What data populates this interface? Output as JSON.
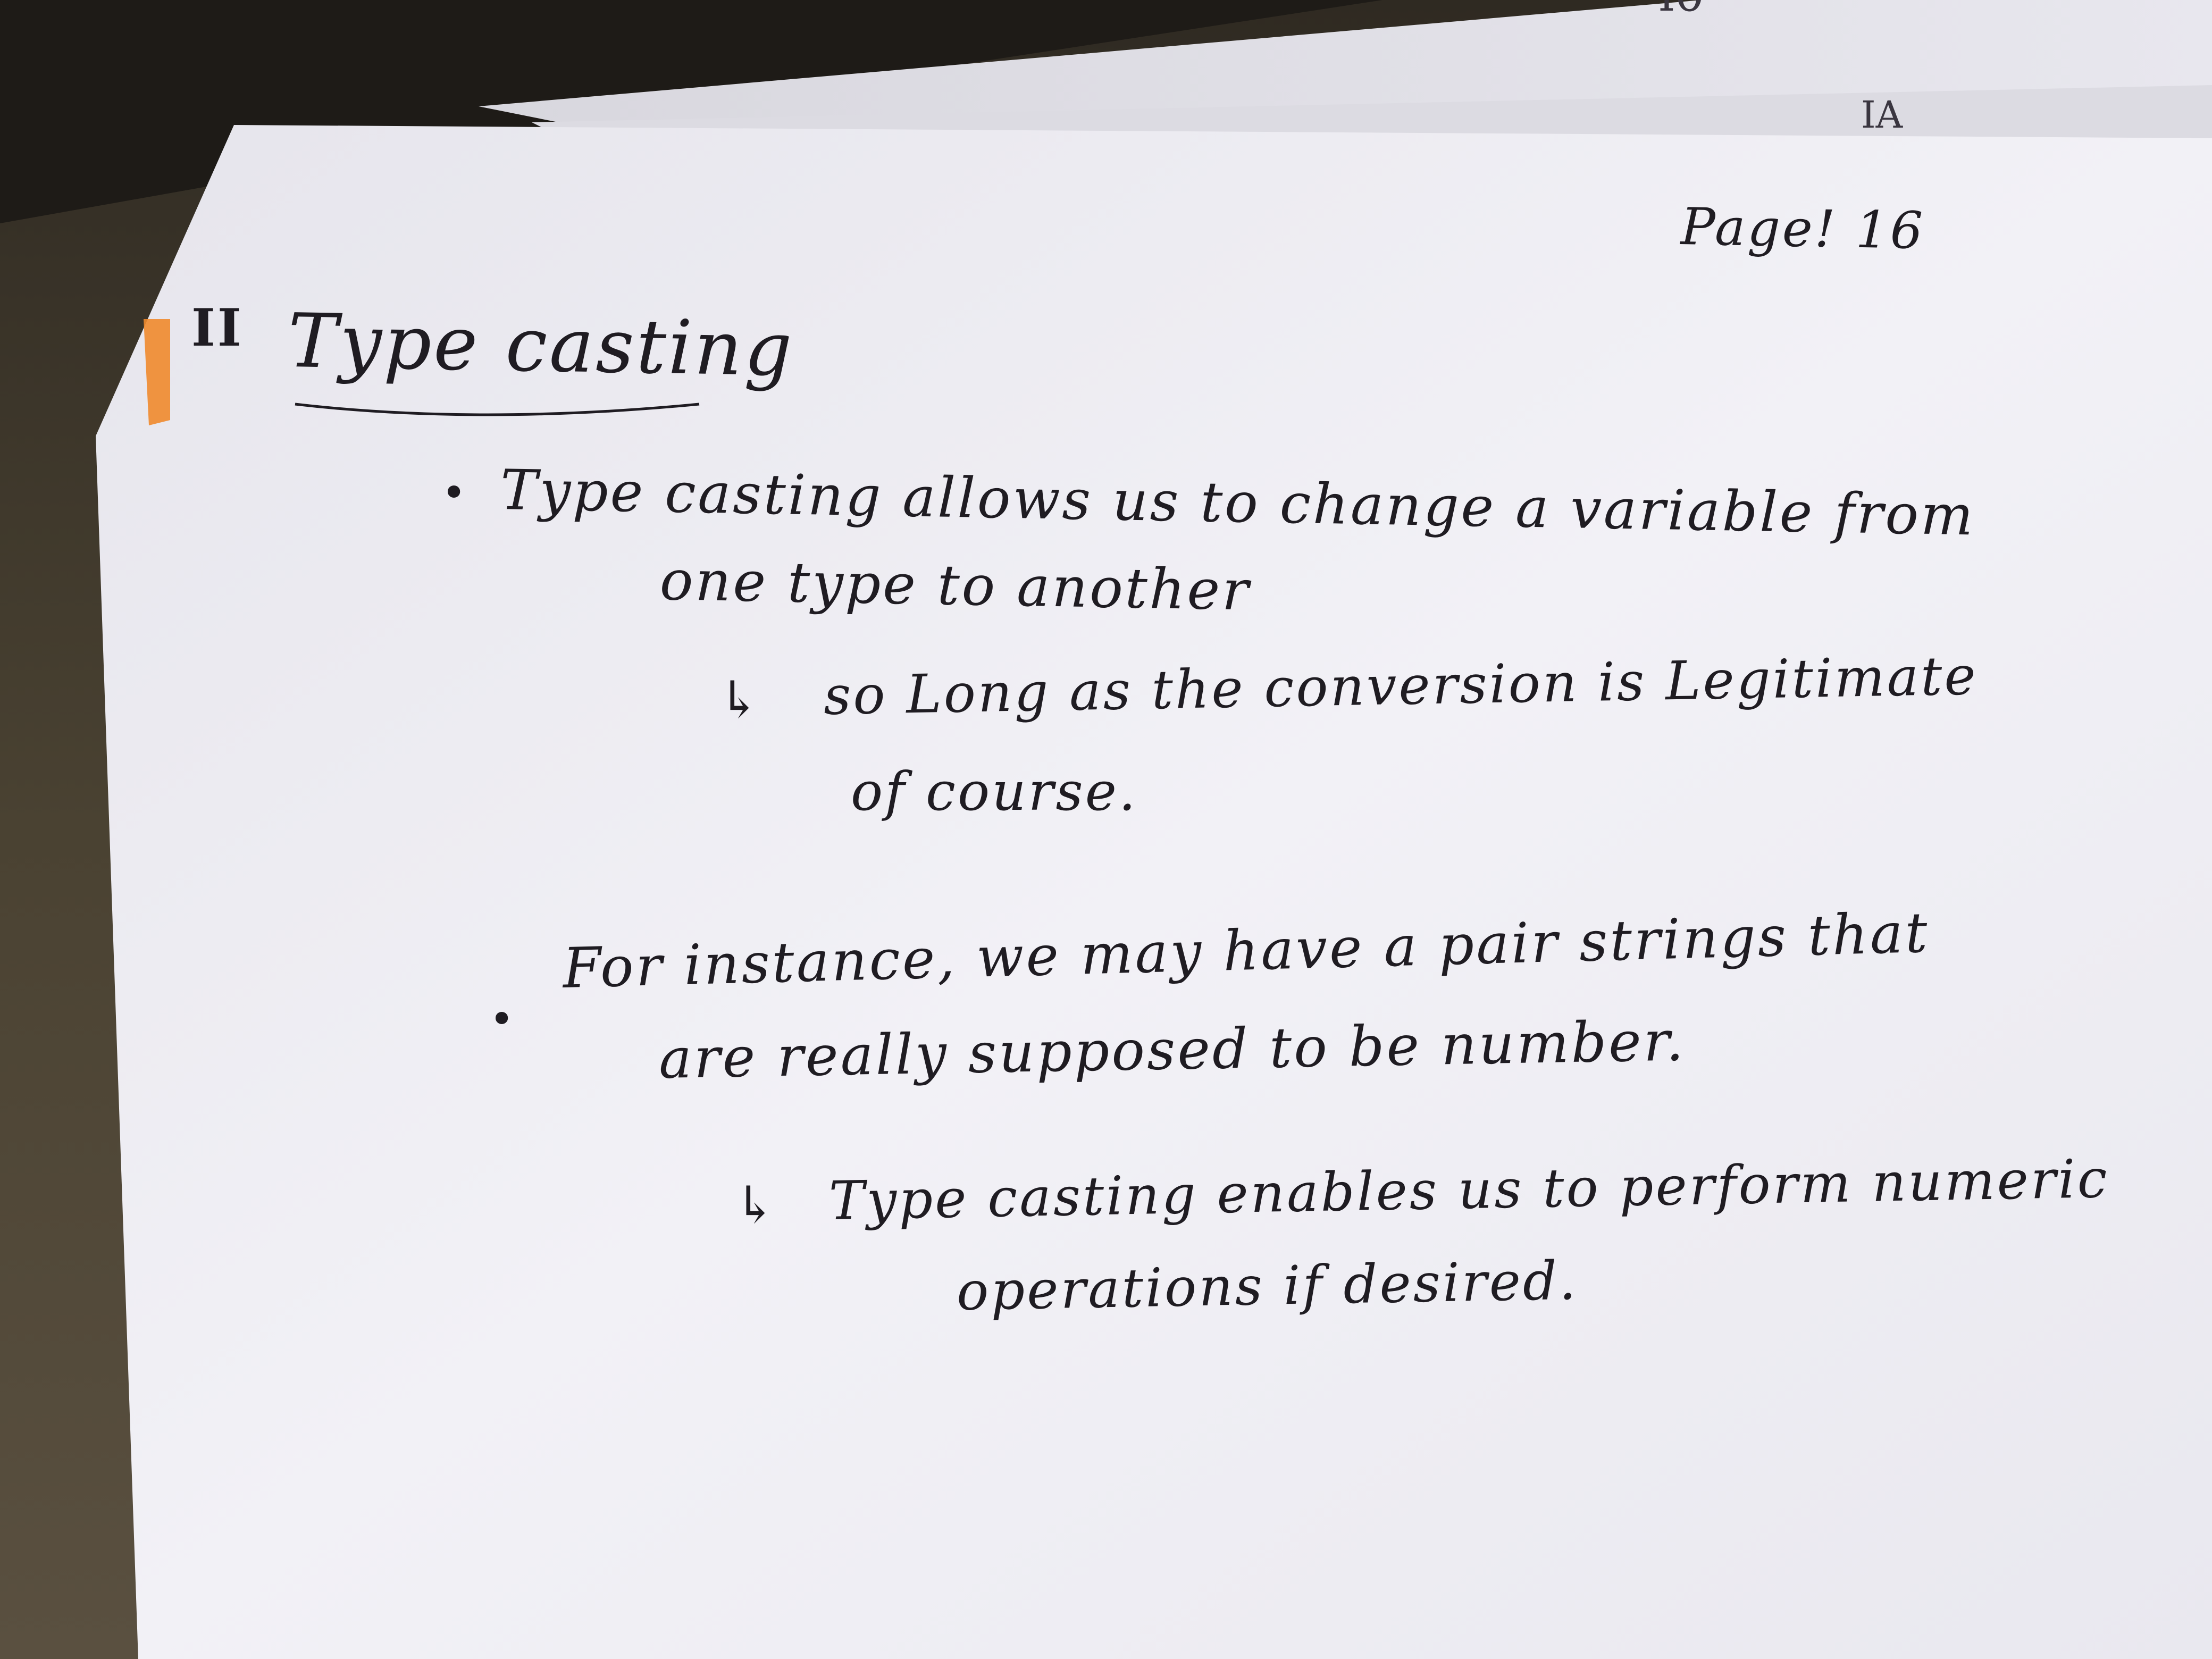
{
  "note": {
    "page_number": "Page! 16",
    "section_mark": "II",
    "heading": "Type casting",
    "bullets": [
      {
        "symbol": "•",
        "line1": "Type casting allows us to change a variable from",
        "line2": "one type to another",
        "sub_arrow": "↳",
        "sub_line1": "so Long as the conversion is Legitimate",
        "sub_line2": "of course."
      },
      {
        "symbol": "•",
        "line1": "For instance, we may have a pair strings that",
        "line2": "are really supposed to be number.",
        "sub_arrow": "↳",
        "sub_line1": "Type casting enables us to perform numeric",
        "sub_line2": "operations if desired."
      }
    ]
  },
  "colors": {
    "paper": "#efeef3",
    "ink": "#1f1c22",
    "sticky_tab": "#f08a2c",
    "background": "#3b3428"
  }
}
